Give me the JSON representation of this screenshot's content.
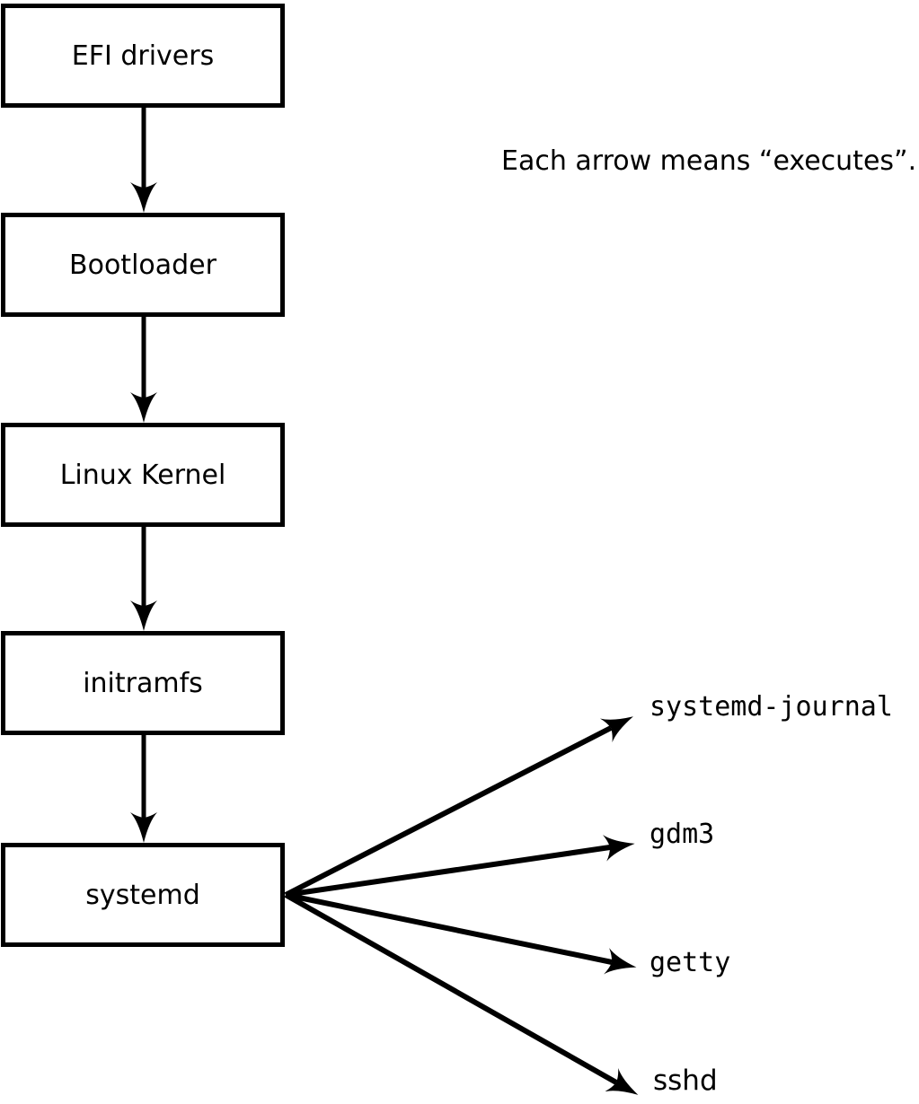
{
  "annotation": "Each arrow means “executes”.",
  "arrow_meaning": "executes",
  "boxes": [
    {
      "id": "efi-drivers",
      "label": "EFI drivers"
    },
    {
      "id": "bootloader",
      "label": "Bootloader"
    },
    {
      "id": "linux-kernel",
      "label": "Linux Kernel"
    },
    {
      "id": "initramfs",
      "label": "initramfs"
    },
    {
      "id": "systemd",
      "label": "systemd"
    }
  ],
  "chain_arrows": [
    {
      "from": "efi-drivers",
      "to": "bootloader"
    },
    {
      "from": "bootloader",
      "to": "linux-kernel"
    },
    {
      "from": "linux-kernel",
      "to": "initramfs"
    },
    {
      "from": "initramfs",
      "to": "systemd"
    }
  ],
  "targets": [
    {
      "id": "systemd-journal",
      "label": "systemd-journal"
    },
    {
      "id": "gdm3",
      "label": "gdm3"
    },
    {
      "id": "getty",
      "label": "getty"
    },
    {
      "id": "sshd",
      "label": "sshd"
    }
  ],
  "fanout_arrows": [
    {
      "from": "systemd",
      "to": "systemd-journal"
    },
    {
      "from": "systemd",
      "to": "gdm3"
    },
    {
      "from": "systemd",
      "to": "getty"
    },
    {
      "from": "systemd",
      "to": "sshd"
    }
  ],
  "colors": {
    "stroke": "#000000",
    "background": "#ffffff",
    "box_fill": "#ffffff",
    "text": "#000000"
  }
}
